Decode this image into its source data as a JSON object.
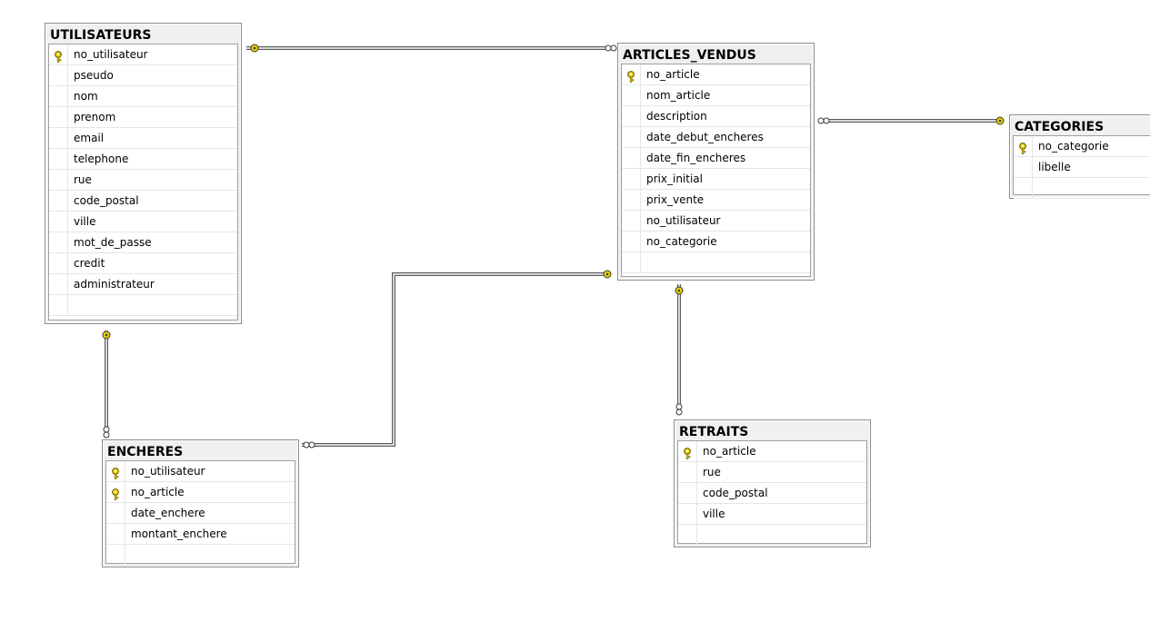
{
  "tables": [
    {
      "id": "utilisateurs",
      "name": "UTILISATEURS",
      "columns": [
        {
          "name": "no_utilisateur",
          "pk": true
        },
        {
          "name": "pseudo",
          "pk": false
        },
        {
          "name": "nom",
          "pk": false
        },
        {
          "name": "prenom",
          "pk": false
        },
        {
          "name": "email",
          "pk": false
        },
        {
          "name": "telephone",
          "pk": false
        },
        {
          "name": "rue",
          "pk": false
        },
        {
          "name": "code_postal",
          "pk": false
        },
        {
          "name": "ville",
          "pk": false
        },
        {
          "name": "mot_de_passe",
          "pk": false
        },
        {
          "name": "credit",
          "pk": false
        },
        {
          "name": "administrateur",
          "pk": false
        }
      ]
    },
    {
      "id": "articles_vendus",
      "name": "ARTICLES_VENDUS",
      "columns": [
        {
          "name": "no_article",
          "pk": true
        },
        {
          "name": "nom_article",
          "pk": false
        },
        {
          "name": "description",
          "pk": false
        },
        {
          "name": "date_debut_encheres",
          "pk": false
        },
        {
          "name": "date_fin_encheres",
          "pk": false
        },
        {
          "name": "prix_initial",
          "pk": false
        },
        {
          "name": "prix_vente",
          "pk": false
        },
        {
          "name": "no_utilisateur",
          "pk": false
        },
        {
          "name": "no_categorie",
          "pk": false
        }
      ]
    },
    {
      "id": "categories",
      "name": "CATEGORIES",
      "columns": [
        {
          "name": "no_categorie",
          "pk": true
        },
        {
          "name": "libelle",
          "pk": false
        }
      ]
    },
    {
      "id": "encheres",
      "name": "ENCHERES",
      "columns": [
        {
          "name": "no_utilisateur",
          "pk": true
        },
        {
          "name": "no_article",
          "pk": true
        },
        {
          "name": "date_enchere",
          "pk": false
        },
        {
          "name": "montant_enchere",
          "pk": false
        }
      ]
    },
    {
      "id": "retraits",
      "name": "RETRAITS",
      "columns": [
        {
          "name": "no_article",
          "pk": true
        },
        {
          "name": "rue",
          "pk": false
        },
        {
          "name": "code_postal",
          "pk": false
        },
        {
          "name": "ville",
          "pk": false
        }
      ]
    }
  ],
  "relationships": [
    {
      "from": "utilisateurs",
      "to": "articles_vendus",
      "one_end": "utilisateurs",
      "many_end": "articles_vendus"
    },
    {
      "from": "categories",
      "to": "articles_vendus",
      "one_end": "categories",
      "many_end": "articles_vendus"
    },
    {
      "from": "utilisateurs",
      "to": "encheres",
      "one_end": "utilisateurs",
      "many_end": "encheres"
    },
    {
      "from": "articles_vendus",
      "to": "encheres",
      "one_end": "articles_vendus",
      "many_end": "encheres"
    },
    {
      "from": "articles_vendus",
      "to": "retraits",
      "one_end": "articles_vendus",
      "many_end": "retraits"
    }
  ],
  "colors": {
    "key_icon": "#e8d000",
    "connector": "#5a5a5a",
    "header_bg": "#f0f0f0",
    "border": "#8c8c8c"
  }
}
